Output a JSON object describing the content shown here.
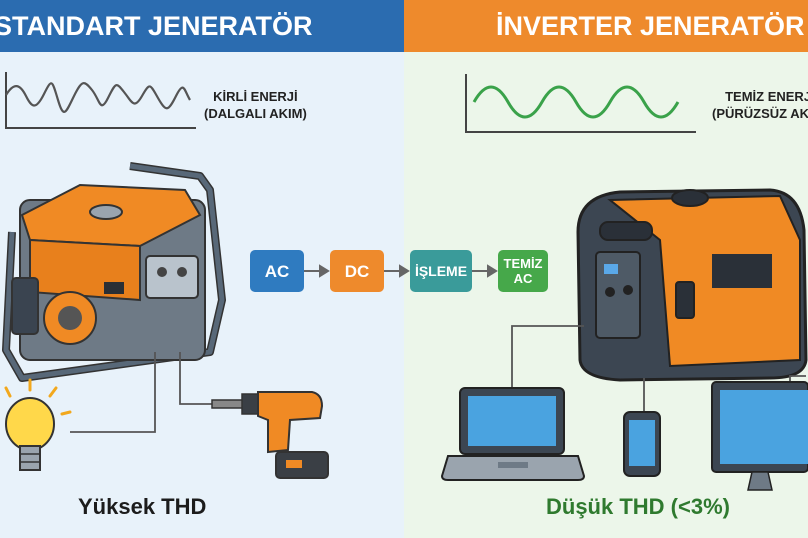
{
  "left": {
    "title": "STANDART JENERATÖR",
    "wave_label_line1": "KİRLİ ENERJİ",
    "wave_label_line2": "(DALGALI AKIM)",
    "bottom": "Yüksek THD",
    "color": "#2b6cb0"
  },
  "right": {
    "title": "İNVERTER JENERATÖR",
    "wave_label_line1": "TEMİZ ENERJİ",
    "wave_label_line2": "(PÜRÜZSÜZ AKIM)",
    "bottom": "Düşük THD (<3%)",
    "color": "#ee8a2c"
  },
  "flow": [
    {
      "label": "AC",
      "color": "#2f7bc0"
    },
    {
      "label": "DC",
      "color": "#ee8a2c"
    },
    {
      "label": "İŞLEME",
      "color": "#3a9b9a"
    },
    {
      "label": "TEMİZ AC",
      "color": "#46a84a"
    }
  ],
  "icons": {
    "left_generator": "open-frame-generator-icon",
    "right_generator": "inverter-generator-icon",
    "bulb": "light-bulb-icon",
    "drill": "cordless-drill-icon",
    "laptop": "laptop-icon",
    "phone": "smartphone-icon",
    "monitor": "monitor-icon"
  }
}
